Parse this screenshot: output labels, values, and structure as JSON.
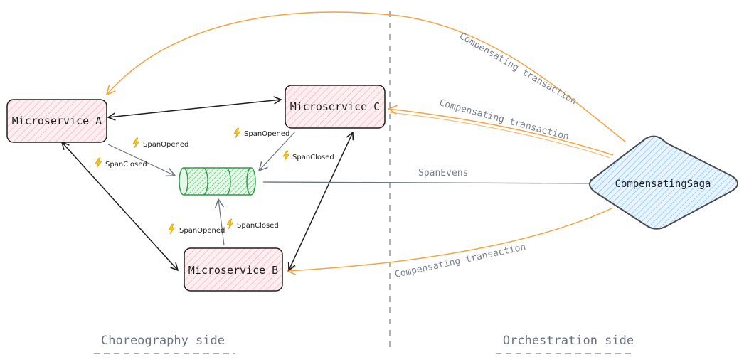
{
  "nodes": {
    "microservice_a": "Microservice A",
    "microservice_b": "Microservice B",
    "microservice_c": "Microservice C",
    "saga": "CompensatingSaga"
  },
  "events": {
    "span_opened": "SpanOpened",
    "span_closed": "SpanClosed"
  },
  "edges": {
    "span_events": "SpanEvens",
    "compensating": "Compensating transaction"
  },
  "sides": {
    "choreography": "Choreography side",
    "orchestration": "Orchestration side"
  },
  "colors": {
    "service_fill": "#fbe3e6",
    "service_stroke": "#1e1e1e",
    "queue_fill": "#b2f2bb",
    "queue_stroke": "#2f9e44",
    "saga_fill": "#a5d8ff",
    "saga_stroke": "#4a4a4a",
    "compensating_arrow": "#f4a340",
    "gray_arrow": "#6b7280",
    "bolt": "#f5c518"
  },
  "icons": {
    "event": "lightning-bolt-icon"
  }
}
